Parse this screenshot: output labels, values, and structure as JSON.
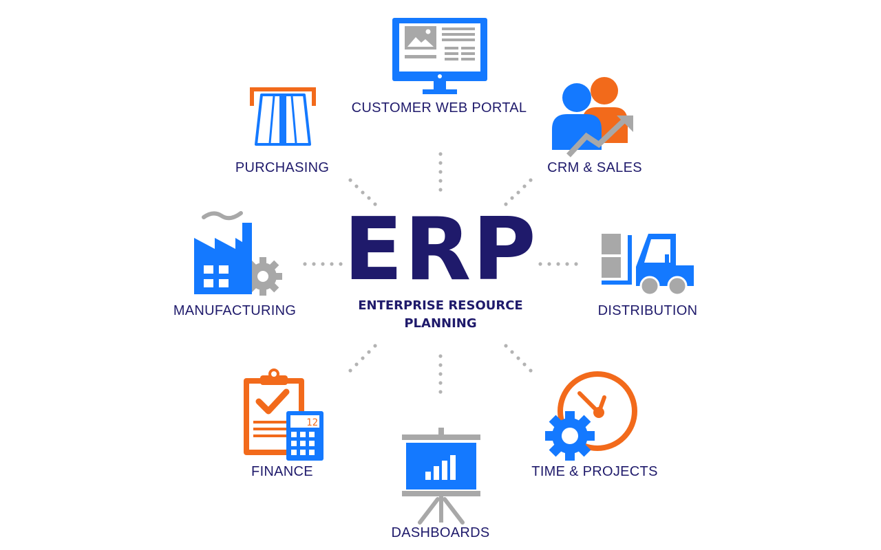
{
  "center": {
    "title": "ERP",
    "subtitle_line1": "ENTERPRISE RESOURCE",
    "subtitle_line2": "PLANNING"
  },
  "modules": {
    "customer_web_portal": "CUSTOMER WEB PORTAL",
    "purchasing": "PURCHASING",
    "crm_sales": "CRM & SALES",
    "manufacturing": "MANUFACTURING",
    "distribution": "DISTRIBUTION",
    "finance": "FINANCE",
    "dashboards": "DASHBOARDS",
    "time_projects": "TIME & PROJECTS"
  },
  "calculator_display": "12",
  "colors": {
    "navy": "#1f1a6b",
    "blue": "#1479ff",
    "orange": "#f26a1b",
    "gray": "#a8a8a8"
  }
}
